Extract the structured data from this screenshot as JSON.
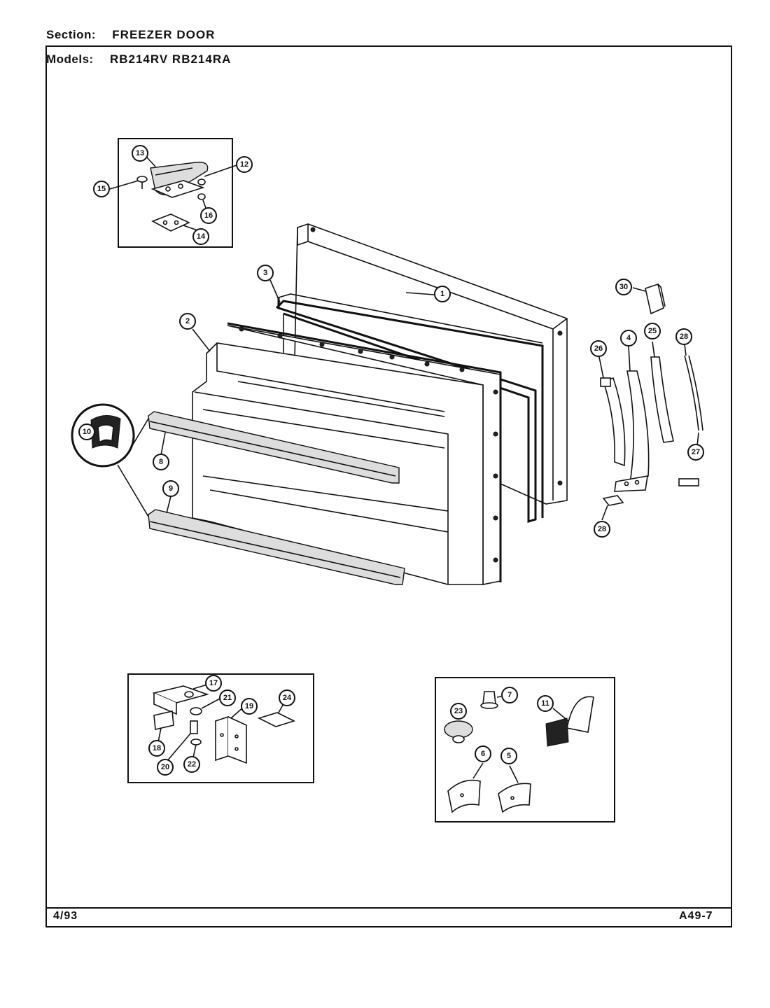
{
  "header": {
    "section_label": "Section:",
    "section_value": "FREEZER DOOR",
    "models_label": "Models:",
    "models_value": "RB214RV RB214RA"
  },
  "footer": {
    "date": "4/93",
    "code": "A49-7"
  },
  "callouts": {
    "c1": "1",
    "c2": "2",
    "c3": "3",
    "c4": "4",
    "c5": "5",
    "c6": "6",
    "c7": "7",
    "c8": "8",
    "c9": "9",
    "c10": "10",
    "c11": "11",
    "c12": "12",
    "c13": "13",
    "c14": "14",
    "c15": "15",
    "c16": "16",
    "c17": "17",
    "c18": "18",
    "c19": "19",
    "c20": "20",
    "c21": "21",
    "c22": "22",
    "c23": "23",
    "c24": "24",
    "c25": "25",
    "c26": "26",
    "c27": "27",
    "c28a": "28",
    "c28b": "28",
    "c30": "30"
  }
}
